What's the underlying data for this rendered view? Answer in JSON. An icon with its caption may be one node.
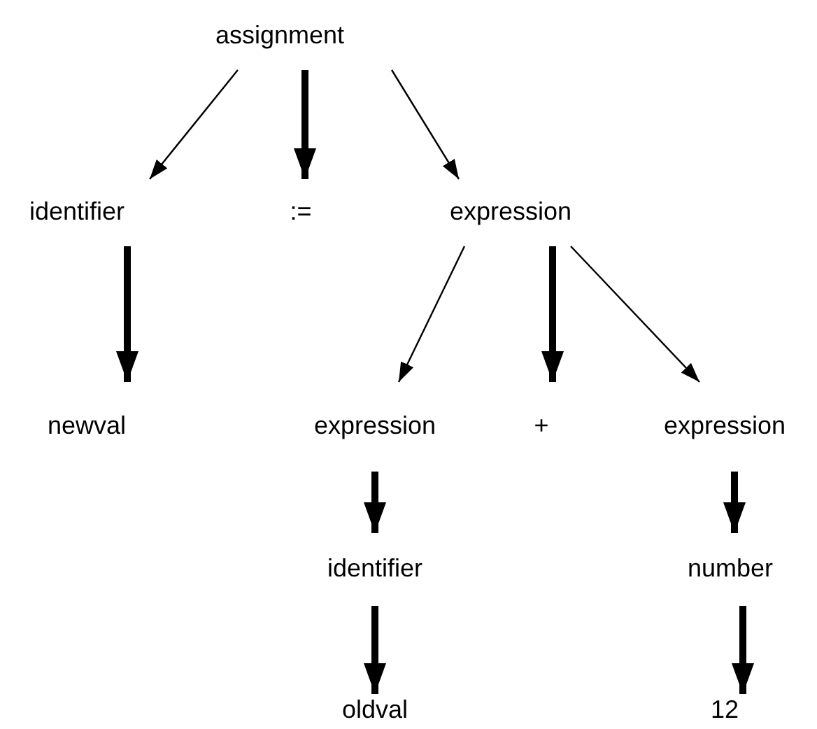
{
  "diagram": {
    "nodes": [
      {
        "text": [
          "assignment"
        ]
      },
      {
        "text": [
          "identifier"
        ]
      },
      {
        "text": [
          ":="
        ]
      },
      {
        "text": [
          "expression"
        ]
      },
      {
        "text": [
          "newval"
        ]
      },
      {
        "text": [
          "expression"
        ]
      },
      {
        "text": [
          "+"
        ]
      },
      {
        "text": [
          "expression"
        ]
      },
      {
        "text": [
          "identifier"
        ]
      },
      {
        "text": [
          "number"
        ]
      },
      {
        "text": [
          "oldval"
        ]
      },
      {
        "text": [
          "12"
        ]
      }
    ],
    "edges": [
      {
        "from": 0,
        "to": 1,
        "arrow": "to"
      },
      {
        "from": 0,
        "to": 2,
        "arrow": "to"
      },
      {
        "from": 0,
        "to": 3,
        "arrow": "to"
      },
      {
        "from": 1,
        "to": 4,
        "arrow": "to"
      },
      {
        "from": 3,
        "to": 5,
        "arrow": "to"
      },
      {
        "from": 3,
        "to": 6,
        "arrow": "to"
      },
      {
        "from": 3,
        "to": 7,
        "arrow": "to"
      },
      {
        "from": 5,
        "to": 8,
        "arrow": "to"
      },
      {
        "from": 7,
        "to": 9,
        "arrow": "to"
      },
      {
        "from": 8,
        "to": 10,
        "arrow": "to"
      },
      {
        "from": 9,
        "to": 11,
        "arrow": "to"
      }
    ]
  }
}
